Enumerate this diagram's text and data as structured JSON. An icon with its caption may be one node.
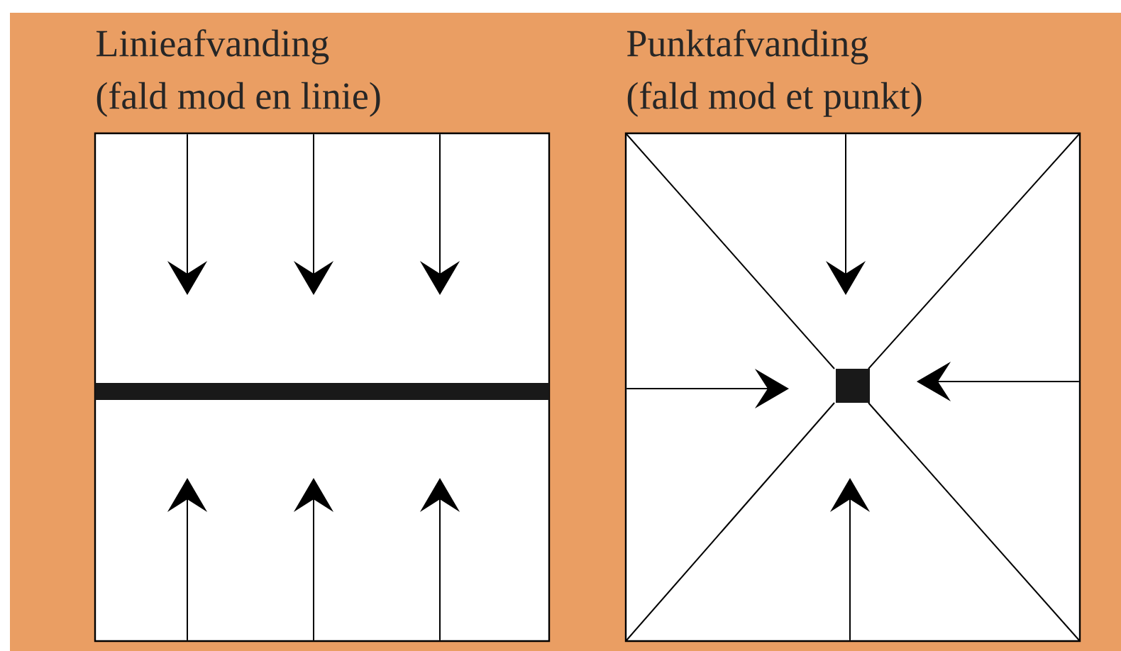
{
  "diagram": {
    "nodes": [
      {
        "text": [
          "Linieafvanding",
          "(fald mod en linie)"
        ]
      },
      {
        "text": [],
        "shape": "bar",
        "in": 0
      },
      {
        "text": [
          "Punktafvanding",
          "(fald mod et punkt)"
        ]
      },
      {
        "text": [],
        "shape": "box",
        "in": 2
      }
    ]
  }
}
